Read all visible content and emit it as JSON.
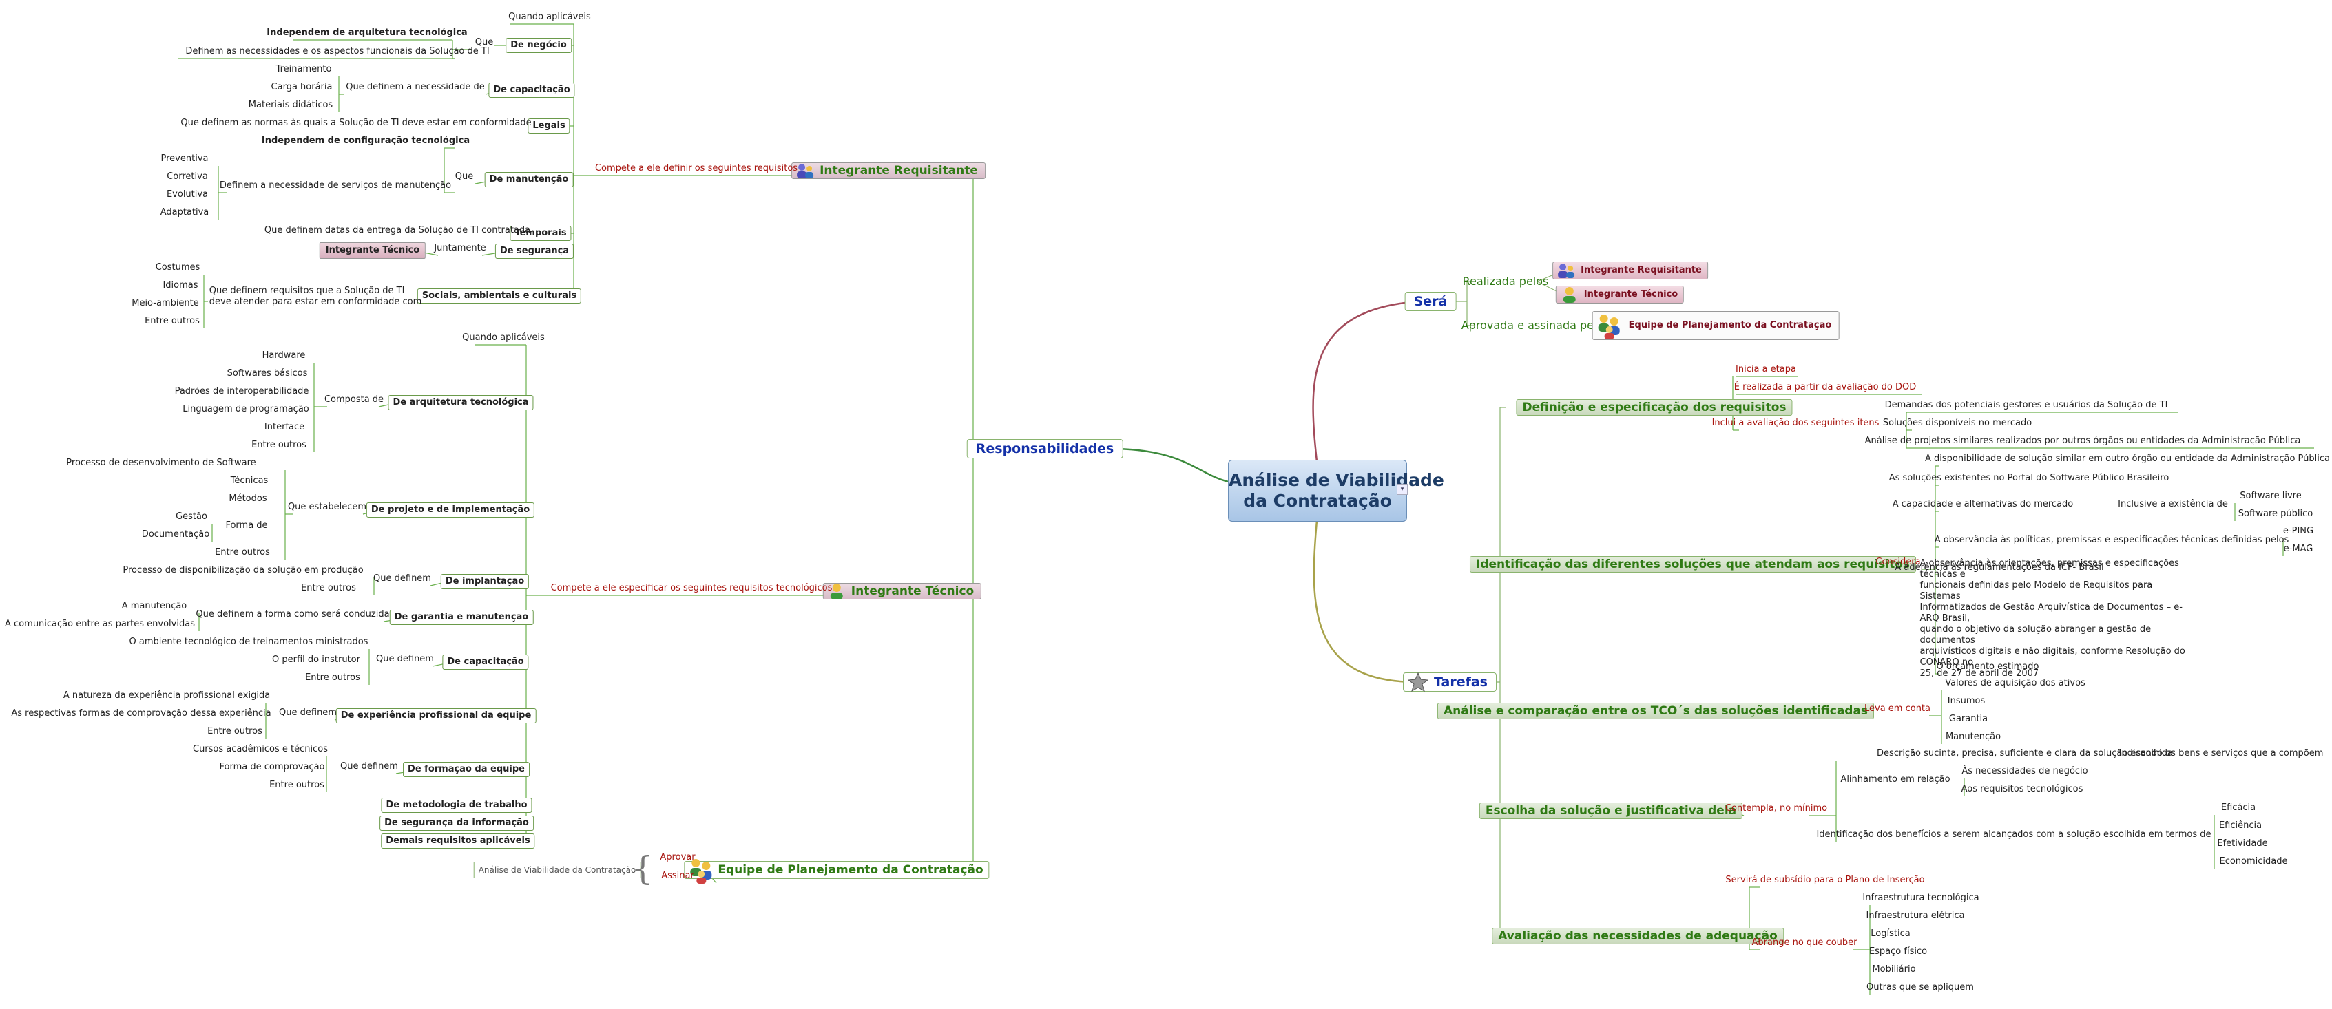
{
  "root": {
    "line1": "Análise de Viabilidade",
    "line2": "da Contratação"
  },
  "colors": {
    "green": "#2f7a14",
    "red": "#a8150f",
    "blue": "#1431a8",
    "line": "#6ab04c"
  },
  "left": {
    "responsabilidades": "Responsabilidades",
    "integrante_requisitante": "Integrante Requisitante",
    "integrante_tecnico": "Integrante Técnico",
    "equipe": "Equipe de Planejamento da Contratação",
    "compete_definir": "Compete a ele definir os seguintes requisitos",
    "compete_especificar": "Compete a ele especificar os seguintes requisitos tecnológicos",
    "aprovar": "Aprovar",
    "assinar": "Assinar",
    "analise_doc": "Análise de Viabilidade da Contratação",
    "req": {
      "quando": "Quando aplicáveis",
      "negocio": "De negócio",
      "que": "Que",
      "indep_arq": "Independem de arquitetura tecnológica",
      "definem_nec": "Definem as necessidades e os aspectos funcionais da Solução de TI",
      "capacitacao": "De capacitação",
      "que_definem_nec": "Que definem a necessidade de",
      "cap_items": [
        "Treinamento",
        "Carga horária",
        "Materiais didáticos"
      ],
      "legais": "Legais",
      "legais_txt": "Que definem as normas às quais a Solução de TI deve estar em conformidade",
      "manutencao": "De manutenção",
      "que2": "Que",
      "indep_conf": "Independem de configuração tecnológica",
      "definem_serv": "Definem a necessidade de serviços de manutenção",
      "man_items": [
        "Preventiva",
        "Corretiva",
        "Evolutiva",
        "Adaptativa"
      ],
      "temporais": "Temporais",
      "temporais_txt": "Que definem datas da entrega da Solução de TI contratada",
      "seguranca": "De segurança",
      "juntamente": "Juntamente",
      "int_tec": "Integrante Técnico",
      "sociais": "Sociais, ambientais e culturais",
      "sociais_txt1": "Que definem requisitos que a Solução de TI",
      "sociais_txt2": "deve atender para estar em conformidade com",
      "soc_items": [
        "Costumes",
        "Idiomas",
        "Meio-ambiente",
        "Entre outros"
      ]
    },
    "tec": {
      "quando": "Quando aplicáveis",
      "arquitetura": "De arquitetura tecnológica",
      "composta": "Composta de",
      "arq_items": [
        "Hardware",
        "Softwares básicos",
        "Padrões de interoperabilidade",
        "Linguagem de programação",
        "Interface",
        "Entre outros"
      ],
      "projeto": "De projeto e de implementação",
      "estabelecem": "Que estabelecem",
      "proc_sw": "Processo de desenvolvimento de Software",
      "tecnicas": "Técnicas",
      "metodos": "Métodos",
      "forma_de": "Forma de",
      "gestao": "Gestão",
      "documentacao": "Documentação",
      "entre_outros1": "Entre outros",
      "implantacao": "De implantação",
      "que_definem1": "Que definem",
      "proc_disp": "Processo de disponibilização da solução em produção",
      "entre_outros2": "Entre outros",
      "garantia": "De garantia e manutenção",
      "que_forma": "Que definem a forma como será conduzida",
      "a_manutencao": "A manutenção",
      "a_comunicacao": "A comunicação entre as partes envolvidas",
      "capacitacao": "De capacitação",
      "que_definem2": "Que definem",
      "ambiente": "O ambiente tecnológico de treinamentos ministrados",
      "perfil": "O perfil do instrutor",
      "entre_outros3": "Entre outros",
      "experiencia": "De experiência profissional da equipe",
      "que_definem3": "Que definem",
      "natureza": "A natureza da experiência profissional exigida",
      "formas": "As respectivas formas de comprovação dessa experiência",
      "entre_outros4": "Entre outros",
      "formacao": "De formação da equipe",
      "que_definem4": "Que definem",
      "cursos": "Cursos acadêmicos e técnicos",
      "forma_comp": "Forma de comprovação",
      "entre_outros5": "Entre outros",
      "metodologia": "De metodologia de trabalho",
      "seg_info": "De segurança da informação",
      "demais": "Demais requisitos aplicáveis"
    }
  },
  "right": {
    "sera": "Será",
    "realizada": "Realizada pelos",
    "aprovada": "Aprovada e assinada pela",
    "int_req": "Integrante Requisitante",
    "int_tec": "Integrante Técnico",
    "equipe": "Equipe de Planejamento da Contratação",
    "tarefas": "Tarefas",
    "t1": {
      "title": "Definição e especificação dos requisitos",
      "inicia": "Inicia a etapa",
      "realizada": "É realizada a partir da avaliação do DOD",
      "inclui": "Inclui a avaliação dos seguintes itens",
      "items": [
        "Demandas dos potenciais gestores e usuários da Solução de TI",
        "Soluções disponíveis no mercado",
        "Análise de projetos similares realizados por outros órgãos ou entidades da Administração Pública"
      ]
    },
    "t2": {
      "title": "Identificação das diferentes soluções que atendam aos requisitos",
      "considera": "Considera",
      "disp": "A disponibilidade de solução similar em outro órgão ou entidade da Administração Pública",
      "portal": "As soluções existentes no Portal do Software Público Brasileiro",
      "capacidade": "A capacidade e alternativas do mercado",
      "inclusive": "Inclusive a existência de",
      "sw_livre": "Software livre",
      "sw_publico": "Software público",
      "observancia": "A observância às políticas, premissas e especificações técnicas definidas pelos",
      "eping": "e-PING",
      "emag": "e-MAG",
      "icp": "A aderência às regulamentações da ICP- Brasil",
      "earq_lines": [
        "A observância às orientações, premissas e especificações técnicas e",
        "funcionais definidas pelo Modelo de Requisitos para Sistemas",
        "Informatizados de Gestão Arquivística de Documentos – e-ARQ Brasil,",
        "quando o objetivo da solução abranger a gestão de documentos",
        "arquivísticos digitais e não digitais, conforme Resolução do CONARQ no",
        "25, de 27 de abril de 2007"
      ],
      "orcamento": "O orçamento estimado"
    },
    "t3": {
      "title": "Análise e comparação entre os TCO´s das soluções identificadas",
      "leva": "Leva em conta",
      "valores": "Valores de aquisição dos ativos",
      "items": [
        "Insumos",
        "Garantia",
        "Manutenção"
      ]
    },
    "t4": {
      "title": "Escolha da solução e justificativa dela",
      "contempla": "Contempla, no mínimo",
      "descricao": "Descrição sucinta, precisa, suficiente e clara da solução escolhida",
      "indicando": "Indicando os bens e serviços que a compõem",
      "alinhamento": "Alinhamento em relação",
      "necessidades": "Às necessidades de negócio",
      "requisitos": "Aos requisitos tecnológicos",
      "beneficios": "Identificação dos benefícios a serem alcançados com a solução escolhida em termos de",
      "ben_items": [
        "Eficácia",
        "Eficiência",
        "Efetividade",
        "Economicidade"
      ]
    },
    "t5": {
      "title": "Avaliação das necessidades de adequação",
      "servira": "Servirá de subsídio para o Plano de Inserção",
      "abrange": "Abrange no que couber",
      "items": [
        "Infraestrutura tecnológica",
        "Infraestrutura elétrica",
        "Logística",
        "Espaço físico",
        "Mobiliário",
        "Outras que se apliquem"
      ]
    }
  }
}
